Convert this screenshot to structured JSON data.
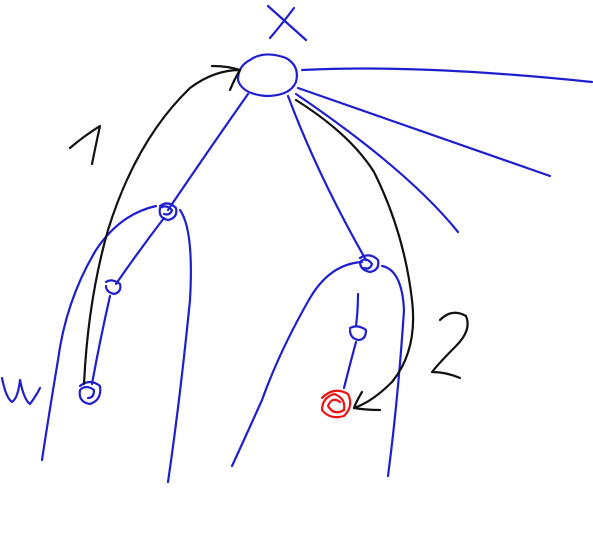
{
  "diagram": {
    "root_label": "X",
    "left_label": "u",
    "path_one_label": "1",
    "path_two_label": "2",
    "colors": {
      "tree": "#1f1fd0",
      "path": "#111111",
      "target": "#ee1111",
      "background": "#ffffff"
    }
  }
}
